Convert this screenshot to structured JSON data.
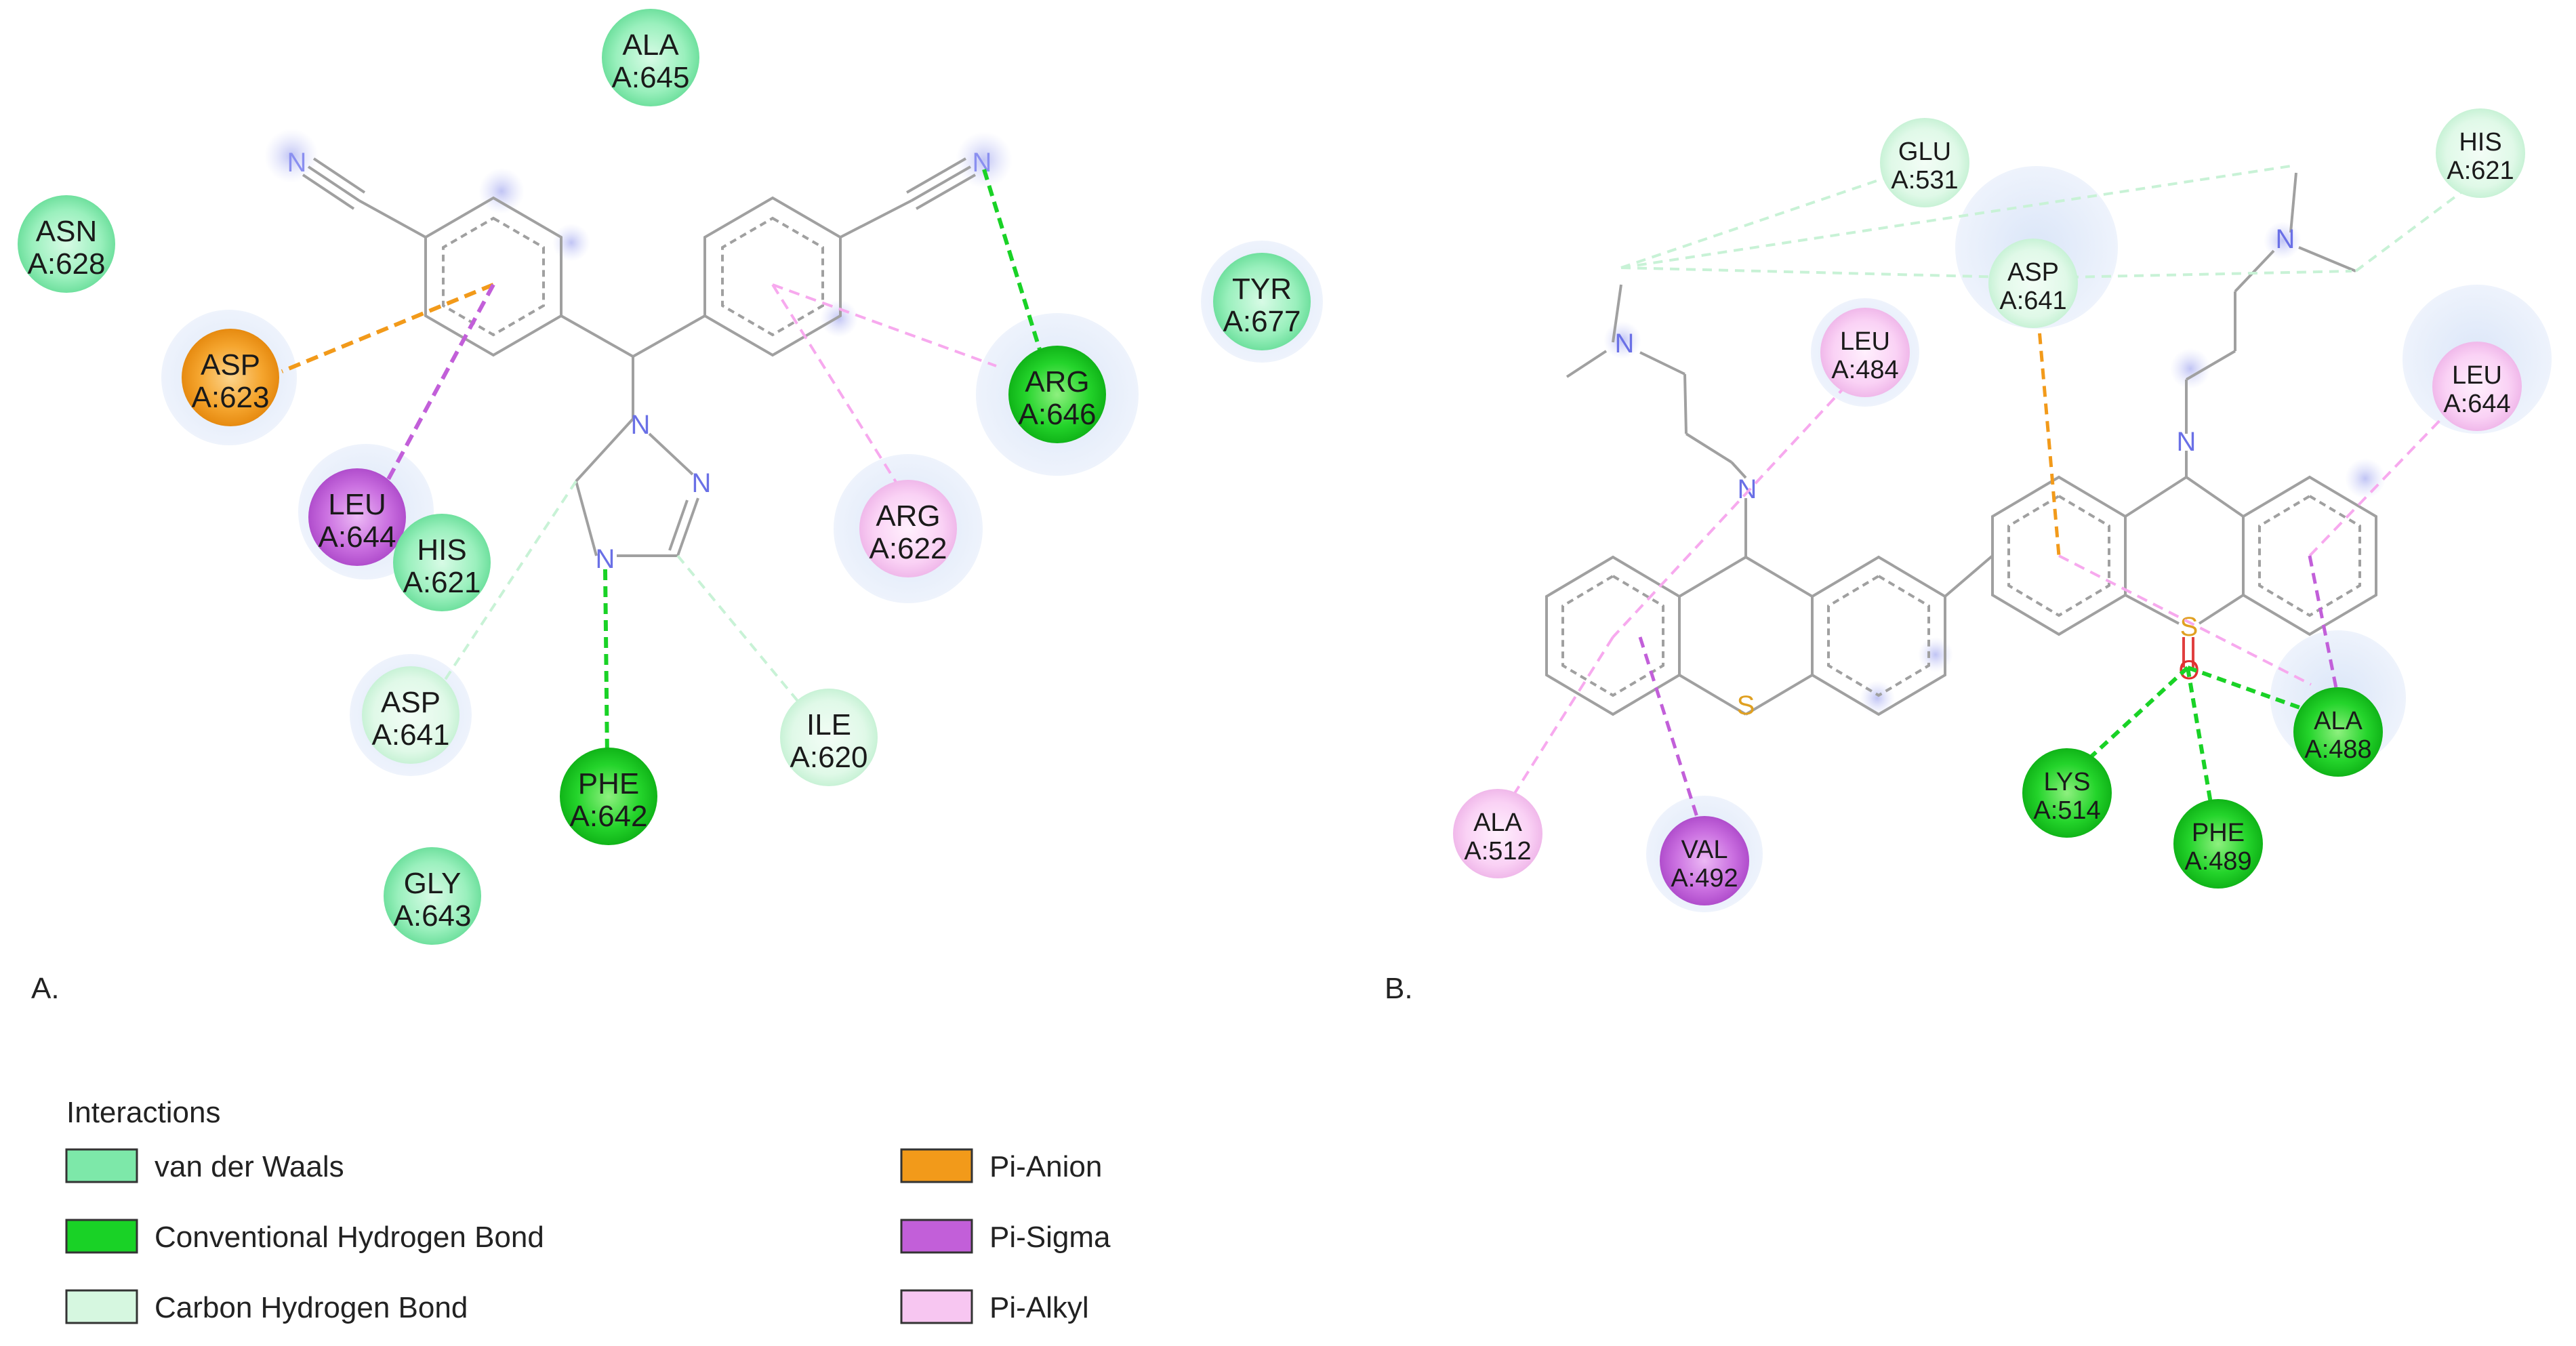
{
  "panels": [
    {
      "id": "A",
      "label": "A."
    },
    {
      "id": "B",
      "label": "B."
    }
  ],
  "interaction_colors": {
    "van der Waals": "#7de8a9",
    "Conventional Hydrogen Bond": "#19d226",
    "Carbon Hydrogen Bond": "#d6f7e0",
    "Pi-Anion": "#f29a1a",
    "Pi-Sigma": "#c25fd9",
    "Pi-Alkyl": "#f7c6f1"
  },
  "residues_A": [
    {
      "name": "ALA",
      "id": "A:645",
      "type": "van der Waals"
    },
    {
      "name": "ASN",
      "id": "A:628",
      "type": "van der Waals"
    },
    {
      "name": "ASP",
      "id": "A:623",
      "type": "Pi-Anion"
    },
    {
      "name": "LEU",
      "id": "A:644",
      "type": "Pi-Sigma"
    },
    {
      "name": "HIS",
      "id": "A:621",
      "type": "van der Waals"
    },
    {
      "name": "ASP",
      "id": "A:641",
      "type": "Carbon Hydrogen Bond"
    },
    {
      "name": "PHE",
      "id": "A:642",
      "type": "Conventional Hydrogen Bond"
    },
    {
      "name": "GLY",
      "id": "A:643",
      "type": "van der Waals"
    },
    {
      "name": "ILE",
      "id": "A:620",
      "type": "Carbon Hydrogen Bond"
    },
    {
      "name": "ARG",
      "id": "A:622",
      "type": "Pi-Alkyl"
    },
    {
      "name": "ARG",
      "id": "A:646",
      "type": "Conventional Hydrogen Bond"
    },
    {
      "name": "TYR",
      "id": "A:677",
      "type": "van der Waals"
    }
  ],
  "residues_B": [
    {
      "name": "GLU",
      "id": "A:531",
      "type": "Carbon Hydrogen Bond"
    },
    {
      "name": "HIS",
      "id": "A:621",
      "type": "Carbon Hydrogen Bond"
    },
    {
      "name": "ASP",
      "id": "A:641",
      "type": "Carbon Hydrogen Bond"
    },
    {
      "name": "LEU",
      "id": "A:484",
      "type": "Pi-Alkyl"
    },
    {
      "name": "LEU",
      "id": "A:644",
      "type": "Pi-Alkyl"
    },
    {
      "name": "ALA",
      "id": "A:488",
      "type": "Conventional Hydrogen Bond"
    },
    {
      "name": "LYS",
      "id": "A:514",
      "type": "Conventional Hydrogen Bond"
    },
    {
      "name": "PHE",
      "id": "A:489",
      "type": "Conventional Hydrogen Bond"
    },
    {
      "name": "ALA",
      "id": "A:512",
      "type": "Pi-Alkyl"
    },
    {
      "name": "VAL",
      "id": "A:492",
      "type": "Pi-Sigma"
    }
  ],
  "atoms": {
    "nitrogen": "N",
    "sulfur": "S",
    "oxygen": "O"
  },
  "legend": {
    "title": "Interactions",
    "items": [
      {
        "label": "van der Waals",
        "color": "#7de8a9"
      },
      {
        "label": "Conventional Hydrogen Bond",
        "color": "#19d226"
      },
      {
        "label": "Carbon Hydrogen Bond",
        "color": "#d6f7e0"
      },
      {
        "label": "Pi-Anion",
        "color": "#f29a1a"
      },
      {
        "label": "Pi-Sigma",
        "color": "#c25fd9"
      },
      {
        "label": "Pi-Alkyl",
        "color": "#f7c6f1"
      }
    ]
  }
}
